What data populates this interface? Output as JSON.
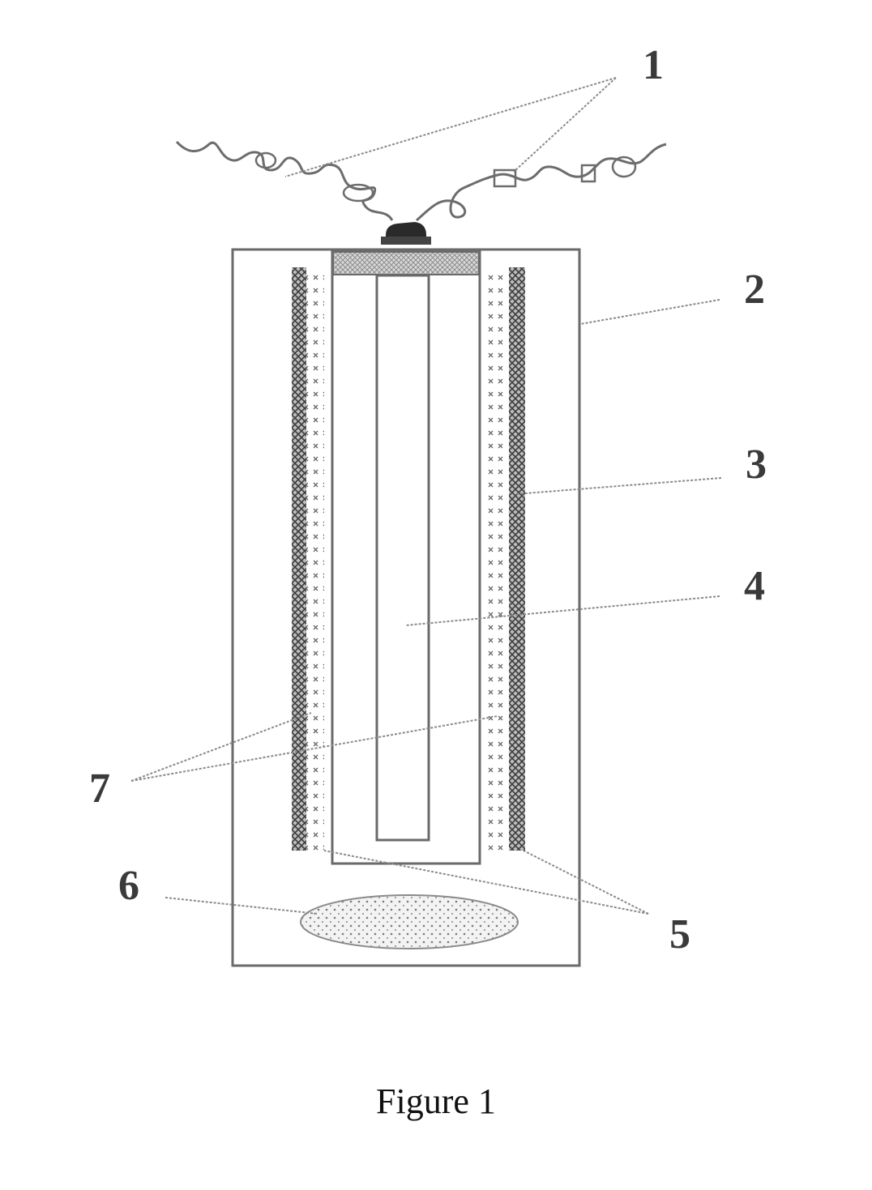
{
  "labels": {
    "l1": "1",
    "l2": "2",
    "l3": "3",
    "l4": "4",
    "l5": "5",
    "l6": "6",
    "l7": "7"
  },
  "caption": "Figure 1"
}
